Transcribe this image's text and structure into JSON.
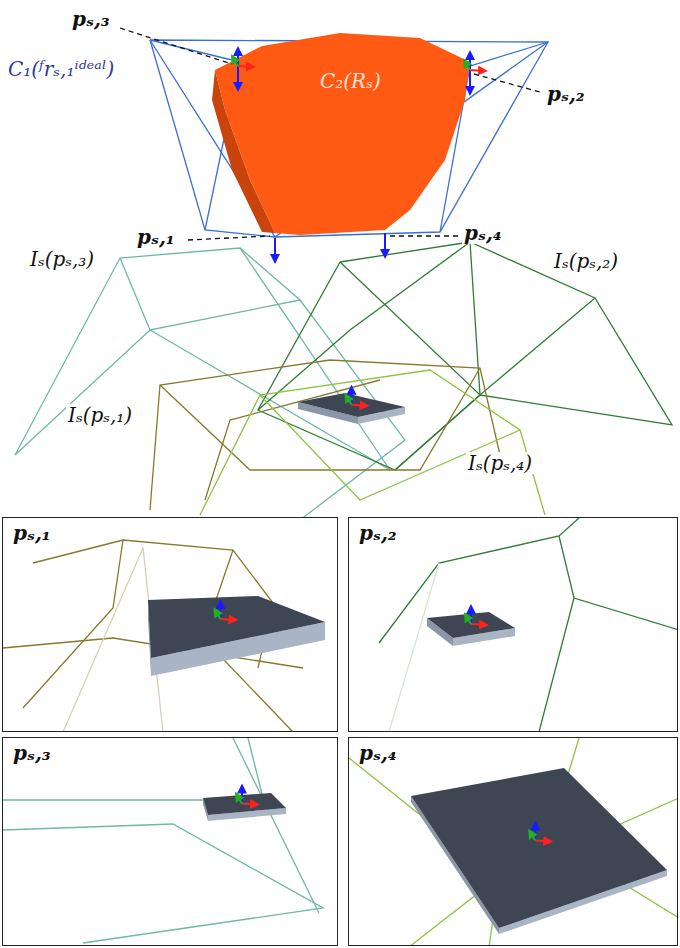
{
  "diagram": {
    "nodes": [
      {
        "text": [
          "pₛ,₁"
        ]
      },
      {
        "text": [
          "pₛ,₂"
        ]
      },
      {
        "text": [
          "pₛ,₃"
        ]
      },
      {
        "text": [
          "pₛ,₄"
        ]
      }
    ],
    "labels": [
      "pₛ,₃",
      "pₛ,₂",
      "pₛ,₁",
      "pₛ,₄",
      "C₁(ᶠrₛ,₁ⁱᵈᵉᵃˡ)",
      "C₂(Rₛ)",
      "Iₛ(pₛ,₃)",
      "Iₛ(pₛ,₂)",
      "Iₛ(pₛ,₁)",
      "Iₛ(pₛ,₄)"
    ]
  }
}
